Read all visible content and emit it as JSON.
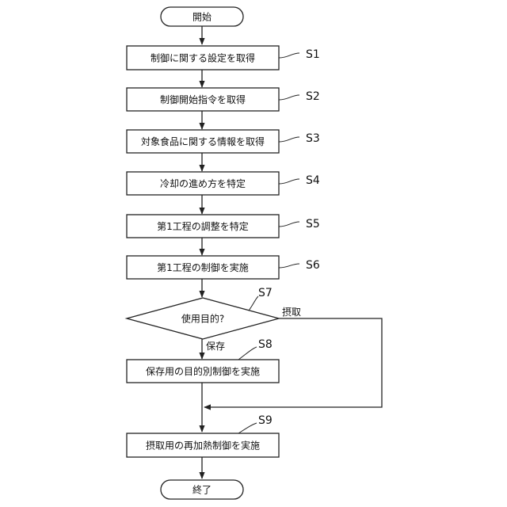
{
  "terminals": {
    "start": "開始",
    "end": "終了"
  },
  "steps": {
    "s1": {
      "label": "制御に関する設定を取得",
      "id": "S1"
    },
    "s2": {
      "label": "制御開始指令を取得",
      "id": "S2"
    },
    "s3": {
      "label": "対象食品に関する情報を取得",
      "id": "S3"
    },
    "s4": {
      "label": "冷却の進め方を特定",
      "id": "S4"
    },
    "s5": {
      "label": "第1工程の調整を特定",
      "id": "S5"
    },
    "s6": {
      "label": "第1工程の制御を実施",
      "id": "S6"
    },
    "s8": {
      "label": "保存用の目的別制御を実施",
      "id": "S8"
    },
    "s9": {
      "label": "摂取用の再加熱制御を実施",
      "id": "S9"
    }
  },
  "decision": {
    "label": "使用目的?",
    "id": "S7",
    "branch_down": "保存",
    "branch_right": "摂取"
  }
}
